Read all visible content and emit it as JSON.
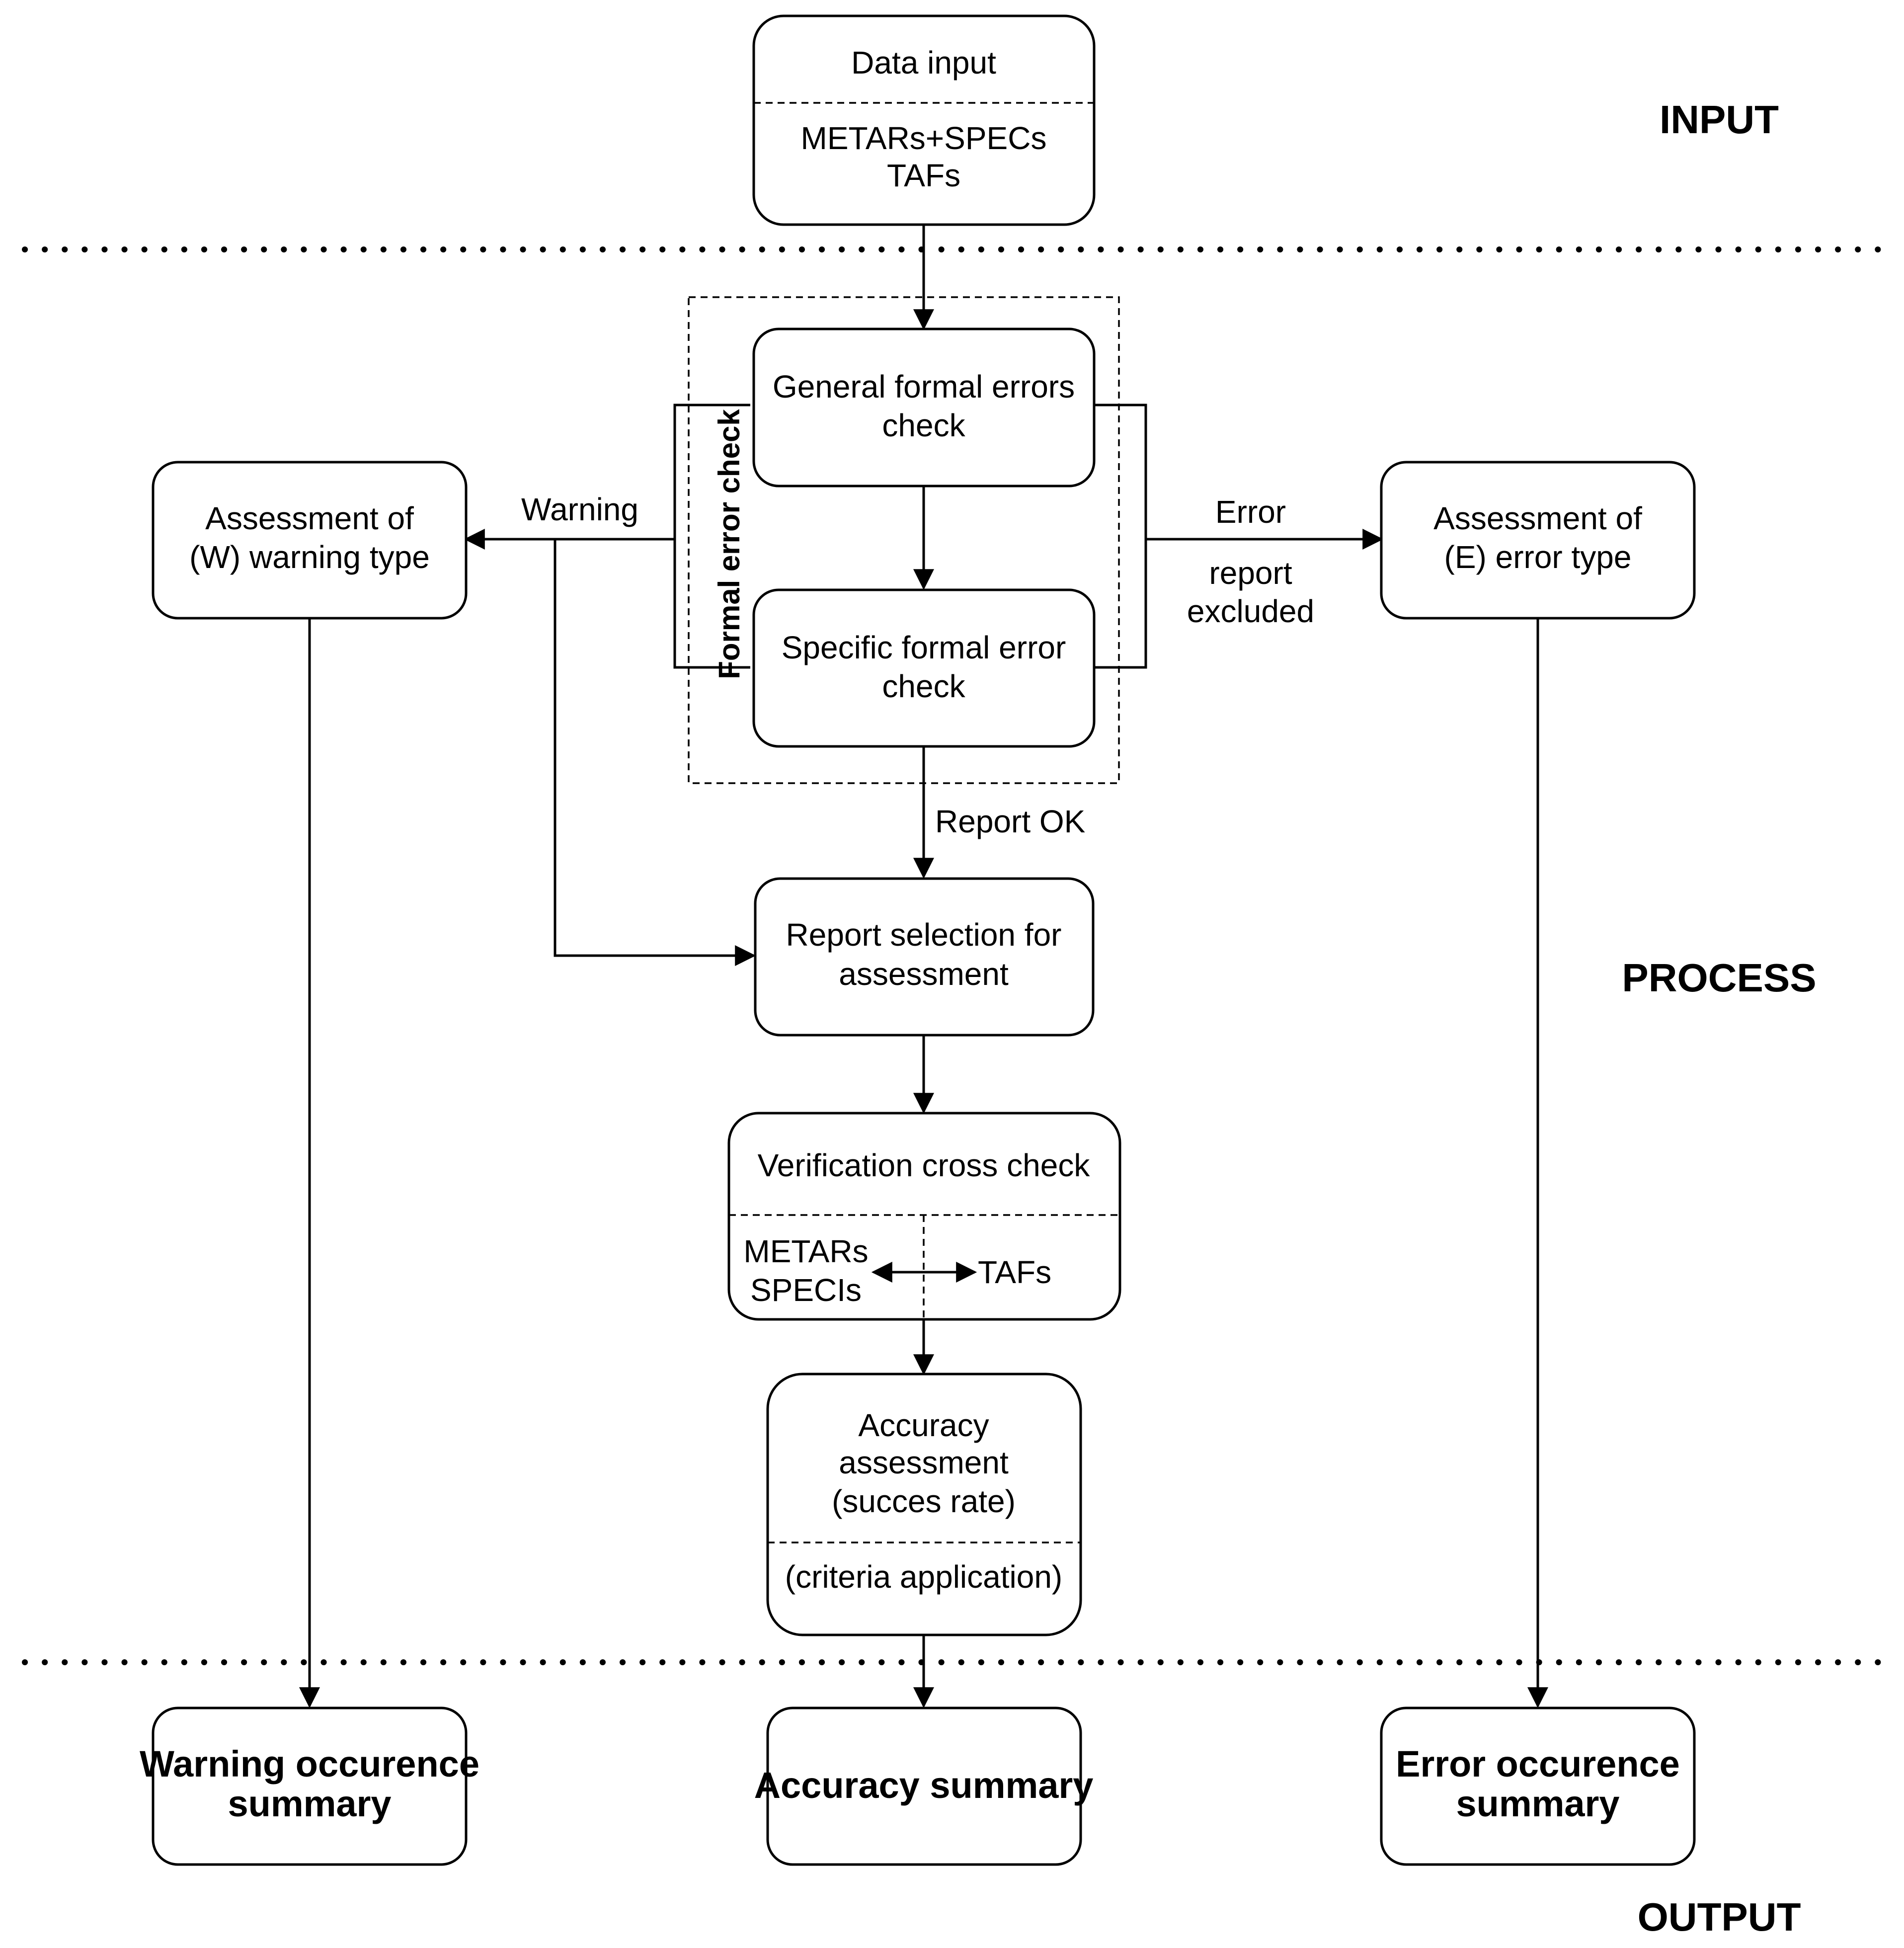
{
  "sections": {
    "input": "INPUT",
    "process": "PROCESS",
    "output": "OUTPUT"
  },
  "nodes": {
    "data_input": {
      "title": "Data input",
      "line1": "METARs+SPECs",
      "line2": "TAFs"
    },
    "general_check": {
      "line1": "General formal errors",
      "line2": "check"
    },
    "specific_check": {
      "line1": "Specific formal error",
      "line2": "check"
    },
    "formal_group_label": "Formal error check",
    "warning_assessment": {
      "line1": "Assessment of",
      "line2": "(W) warning type"
    },
    "error_assessment": {
      "line1": "Assessment of",
      "line2": "(E) error type"
    },
    "report_selection": {
      "line1": "Report selection for",
      "line2": "assessment"
    },
    "verification": {
      "title": "Verification cross check",
      "left1": "METARs",
      "left2": "SPECIs",
      "right": "TAFs"
    },
    "accuracy": {
      "line1": "Accuracy",
      "line2": "assessment",
      "line3": "(succes rate)",
      "bottom": "(criteria application)"
    },
    "warning_summary": {
      "line1": "Warning occurence",
      "line2": "summary"
    },
    "accuracy_summary": {
      "line1": "Accuracy summary"
    },
    "error_summary": {
      "line1": "Error occurence",
      "line2": "summary"
    }
  },
  "edges": {
    "warning_label": "Warning",
    "error_label": "Error",
    "excluded_line1": "report",
    "excluded_line2": "excluded",
    "report_ok_label": "Report OK"
  }
}
